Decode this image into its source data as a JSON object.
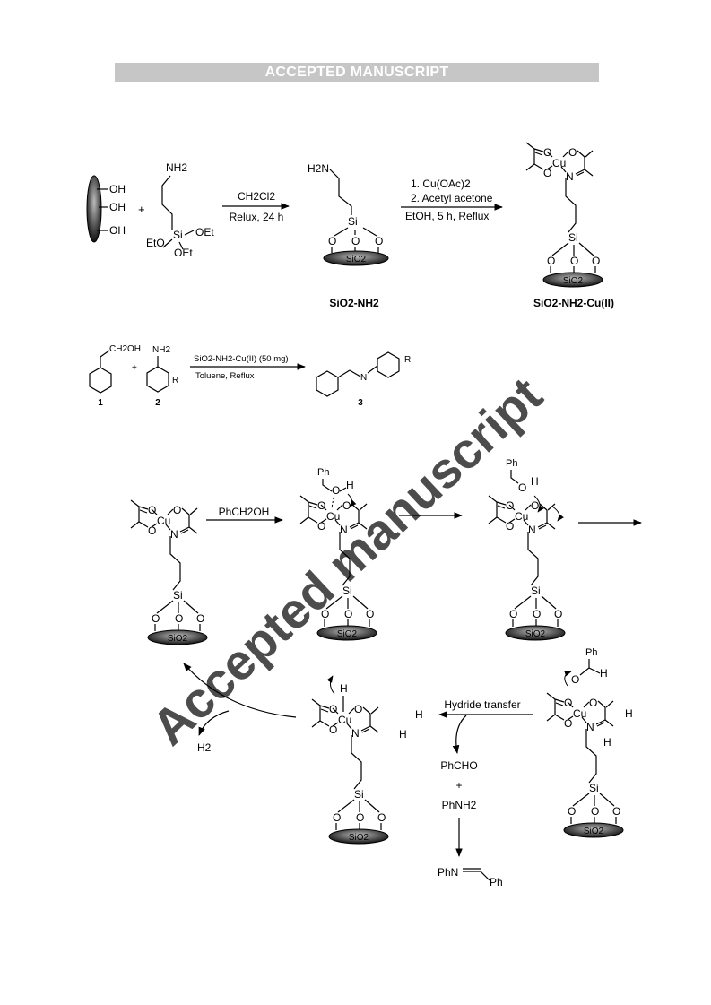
{
  "banner": "ACCEPTED MANUSCRIPT",
  "watermark": "Accepted manuscript",
  "colors": {
    "banner_bg": "#c6c6c6",
    "banner_text": "#ffffff",
    "watermark": "#d0d0d0"
  },
  "atoms": {
    "O": "O",
    "N": "N",
    "Cu": "Cu",
    "Si": "Si",
    "H": "H",
    "OH": "OH",
    "OEt": "OEt",
    "EtO": "EtO",
    "Ph": "Ph",
    "NH2": "NH2",
    "H2N": "H2N",
    "SiO2": "SiO2",
    "R": "R"
  },
  "scheme1": {
    "plus": "+",
    "arrow1_top": "CH2Cl2",
    "arrow1_bottom": "Relux, 24 h",
    "arrow2_top1": "1. Cu(OAc)2",
    "arrow2_top2": "2. Acetyl acetone",
    "arrow2_bottom": "EtOH, 5 h, Reflux",
    "label_product1": "SiO2-NH2",
    "label_product2": "SiO2-NH2-Cu(II)"
  },
  "scheme2": {
    "reactant1": "CH2OH",
    "reactant2": "NH2",
    "conditions_top": "SiO2-NH2-Cu(II) (50 mg)",
    "conditions_bottom": "Toluene, Reflux",
    "num1": "1",
    "num2": "2",
    "num3": "3"
  },
  "mechanism": {
    "step1": "PhCH2OH",
    "hydride": "Hydride transfer",
    "h2": "H2",
    "byproduct1": "PhCHO",
    "plus": "+",
    "byproduct2": "PhNH2",
    "imine_left": "PhN",
    "imine_right": "Ph"
  }
}
